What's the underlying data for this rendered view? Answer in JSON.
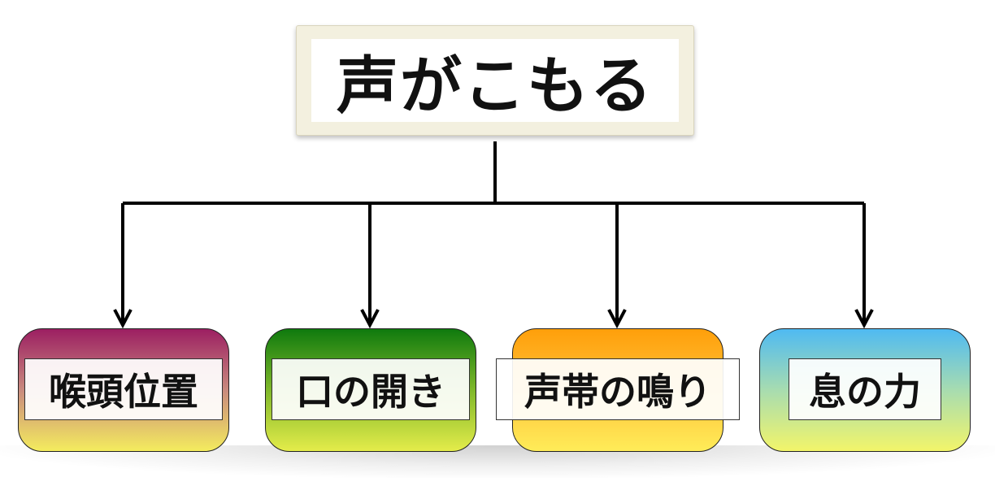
{
  "root": {
    "label": "声がこもる"
  },
  "children": [
    {
      "label": "喉頭位置",
      "gradient": [
        "#9c1f62",
        "#c98a7e",
        "#f4ec5e"
      ]
    },
    {
      "label": "口の開き",
      "gradient": [
        "#0f7a0e",
        "#7fb82a",
        "#e4ec4a"
      ]
    },
    {
      "label": "声帯の鳴り",
      "gradient": [
        "#ff9f0a",
        "#ffc23a",
        "#ffec58"
      ]
    },
    {
      "label": "息の力",
      "gradient": [
        "#4fbaf2",
        "#a7dcb0",
        "#f2f56a"
      ]
    }
  ],
  "colors": {
    "connector": "#000000",
    "root_frame": "#f3f0df"
  }
}
